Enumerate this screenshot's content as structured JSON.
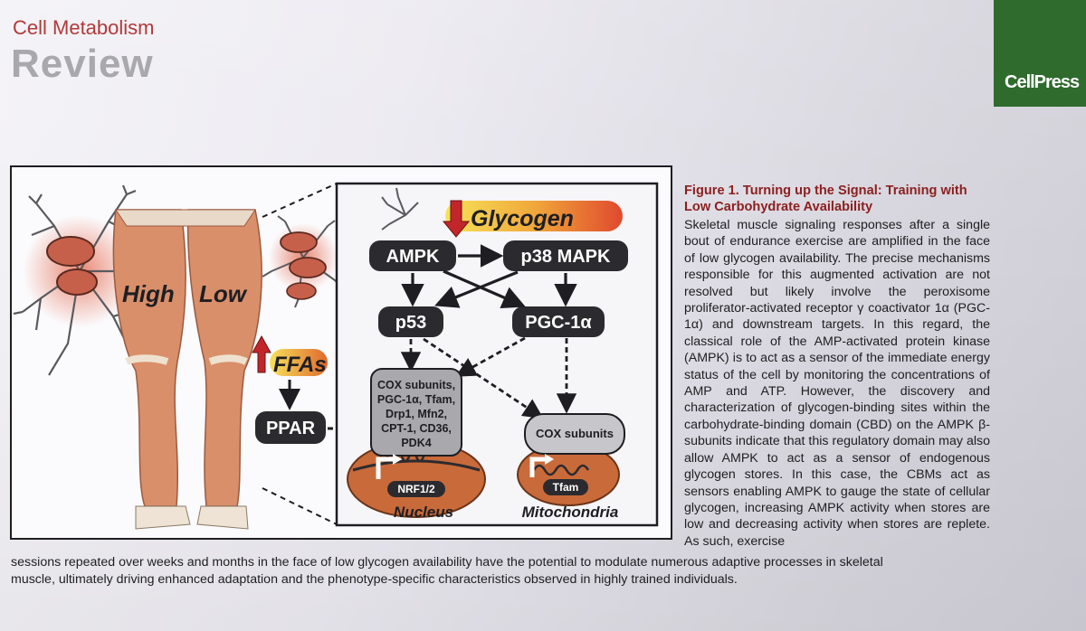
{
  "header": {
    "journal": "Cell Metabolism",
    "section": "Review",
    "publisher_logo": "CellPress"
  },
  "figure": {
    "legs": {
      "high_label": "High",
      "low_label": "Low"
    },
    "ffa_label": "FFAs",
    "ppar_label": "PPAR",
    "glycogen_label": "Glycogen",
    "nodes": {
      "ampk": "AMPK",
      "p38": "p38 MAPK",
      "p53": "p53",
      "pgc": "PGC-1α"
    },
    "nucleus_genes": [
      "COX subunits,",
      "PGC-1α, Tfam,",
      "Drp1, Mfn2,",
      "CPT-1, CD36,",
      "PDK4"
    ],
    "mito_genes": "COX subunits",
    "nrf_label": "NRF1/2",
    "tfam_label": "Tfam",
    "nucleus_label": "Nucleus",
    "mito_label": "Mitochondria"
  },
  "caption": {
    "title": "Figure 1. Turning up the Signal: Training with Low Carbohydrate Availability",
    "body": "Skeletal muscle signaling responses after a single bout of endurance exercise are amplified in the face of low glycogen availability. The precise mechanisms responsible for this augmented activation are not resolved but likely involve the peroxisome proliferator-activated receptor γ coactivator 1α (PGC-1α) and downstream targets. In this regard, the classical role of the AMP-activated protein kinase (AMPK) is to act as a sensor of the immediate energy status of the cell by monitoring the concentrations of AMP and ATP. However, the discovery and characterization of glycogen-binding sites within the carbohydrate-binding domain (CBD) on the AMPK β-subunits indicate that this regulatory domain may also allow AMPK to act as a sensor of endogenous glycogen stores. In this case, the CBMs act as sensors enabling AMPK to gauge the state of cellular glycogen, increasing AMPK activity when stores are low and decreasing activity when stores are replete. As such, exercise"
  },
  "bottom_text": {
    "line1": "sessions repeated over weeks and months in the face of low glycogen availability have the potential to modulate numerous adaptive processes in skeletal",
    "line2": "muscle, ultimately driving enhanced adaptation and the phenotype-specific characteristics observed in highly trained individuals."
  },
  "colors": {
    "journal_red": "#b13a3a",
    "caption_title": "#8b1f1f",
    "cellpress_green": "#2e6b2d",
    "muscle": "#d98f6a",
    "glycogen_grad_start": "#f7e25a",
    "glycogen_grad_end": "#e0492e"
  }
}
